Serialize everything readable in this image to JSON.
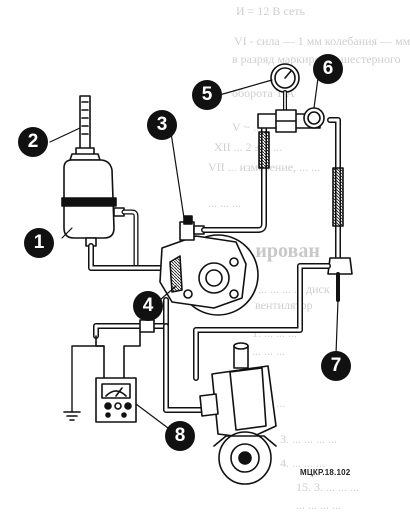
{
  "background_text": {
    "line1": "И = 12 В сеть",
    "line2": "VI - сила — 1 мм колебания — мм",
    "line3": "в разряд маркировку шестерного",
    "line4": "оборота Т А",
    "line5": "V ~ ...",
    "line6": "XII ... 2 ± 2 ...",
    "line7": "VII ... измерение, ... ...",
    "line8": "...  ...  ...",
    "heading": "Диаг       ирован",
    "line9": "... ... ...  ... диск",
    "line10": "вентилятор",
    "line11": "1. ... ... ...",
    "line12": "... ... ...",
    "line13": "с ... ...",
    "line14": "3. ... ... ... ...",
    "line15": "4. ... ... ...",
    "line16": "15. 3. ... ... ...",
    "line17": "... ... ... ..."
  },
  "callouts": [
    "1",
    "2",
    "3",
    "4",
    "5",
    "6",
    "7",
    "8"
  ],
  "figure_code": "МЦКР.18.102",
  "colors": {
    "ink": "#111111",
    "paper": "#ffffff",
    "faded_text": "#cfcfcf"
  }
}
